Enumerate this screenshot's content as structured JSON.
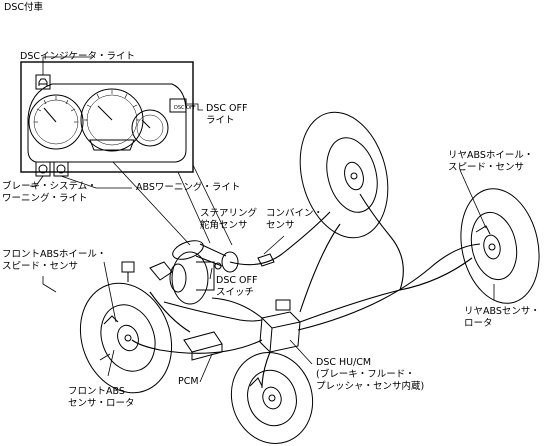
{
  "title": "DSC付車",
  "labels": {
    "indicator": "DSCインジケータ・ライト",
    "dsc_off_light": [
      "DSC OFF",
      "ライト"
    ],
    "brake_warning": [
      "ブレーキ・システム・",
      "ワーニング・ライト"
    ],
    "abs_warning": "ABSワーニング・ライト",
    "steering_sensor": [
      "ステアリング",
      "舵角センサ"
    ],
    "combine_sensor": [
      "コンバイン・",
      "センサ"
    ],
    "dsc_off_switch": [
      "DSC OFF",
      "スイッチ"
    ],
    "front_wheel_sensor": [
      "フロントABSホイール・",
      "スピード・センサ"
    ],
    "front_rotor": [
      "フロントABS",
      "センサ・ロータ"
    ],
    "pcm": "PCM",
    "hu_cm": [
      "DSC HU/CM",
      "(ブレーキ・フルード・",
      "プレッシャ・センサ内蔵)"
    ],
    "rear_wheel_sensor": [
      "リヤABSホイール・",
      "スピード・センサ"
    ],
    "rear_rotor": [
      "リヤABSセンサ・",
      "ロータ"
    ]
  },
  "cluster": {
    "dsc_off_icon_text": "DSC OFF"
  }
}
